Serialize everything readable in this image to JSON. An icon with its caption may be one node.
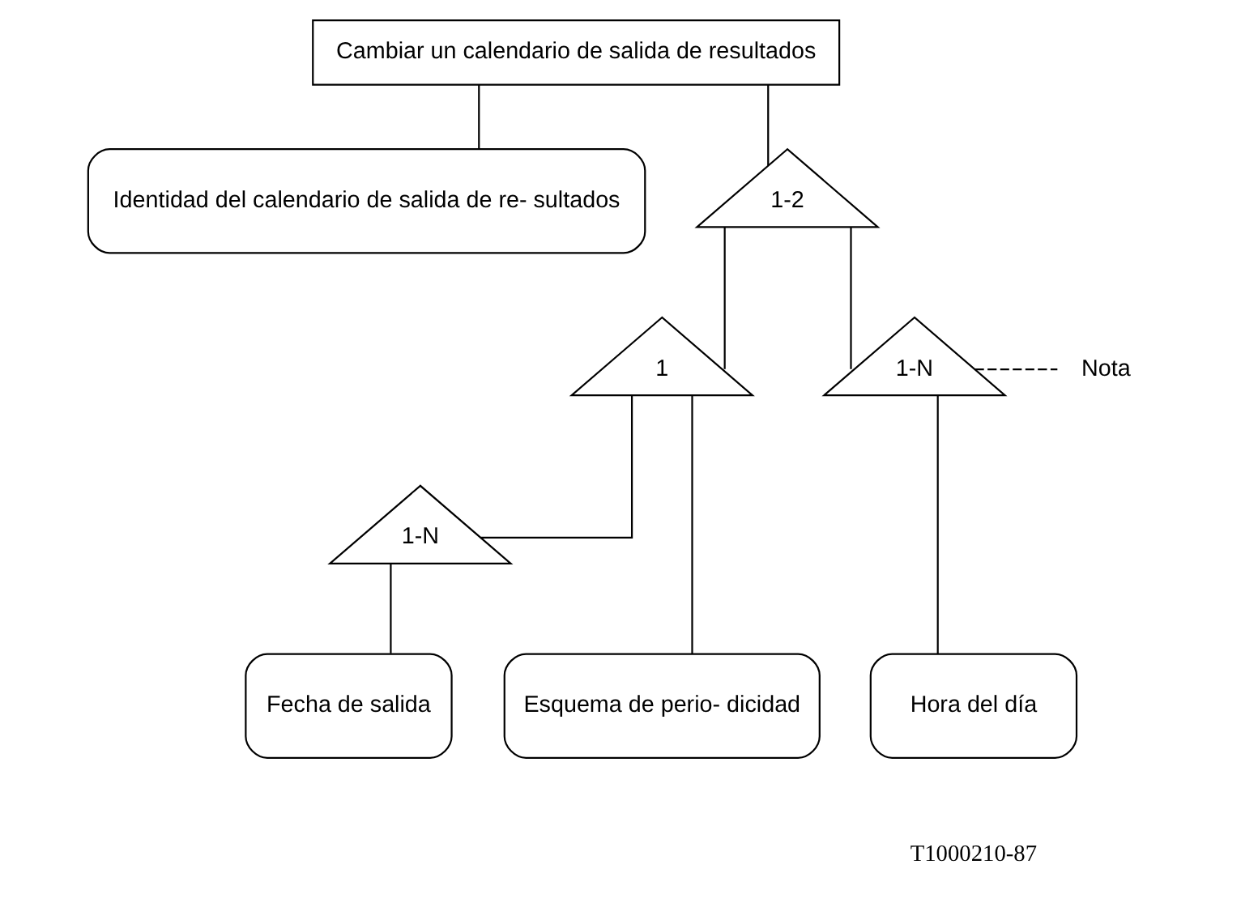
{
  "diagram": {
    "nodes": [
      {
        "text": [
          "Cambiar un calendario de salida de resultados"
        ]
      },
      {
        "text": [
          "Identidad del calendario de salida de re- sultados"
        ]
      },
      {
        "text": [
          "1-2"
        ]
      },
      {
        "text": [
          "1"
        ]
      },
      {
        "text": [
          "1-N"
        ]
      },
      {
        "text": [
          "Nota"
        ]
      },
      {
        "text": [
          "1-N"
        ]
      },
      {
        "text": [
          "Esquema de perio- dicidad"
        ]
      },
      {
        "text": [
          "Fecha de salida"
        ]
      },
      {
        "text": [
          "Hora del día"
        ]
      }
    ],
    "edges": [
      {
        "from": 0,
        "to": 1,
        "arrow": "none"
      },
      {
        "from": 0,
        "to": 2,
        "arrow": "none"
      },
      {
        "from": 2,
        "to": 3,
        "arrow": "none"
      },
      {
        "from": 2,
        "to": 4,
        "arrow": "none"
      },
      {
        "from": 4,
        "to": 5,
        "arrow": "none",
        "style": "dashed"
      },
      {
        "from": 3,
        "to": 7,
        "arrow": "none"
      },
      {
        "from": 3,
        "to": 6,
        "arrow": "none"
      },
      {
        "from": 6,
        "to": 8,
        "arrow": "none"
      },
      {
        "from": 4,
        "to": 9,
        "arrow": "none"
      }
    ],
    "labels": [
      "T1000210-87"
    ]
  }
}
